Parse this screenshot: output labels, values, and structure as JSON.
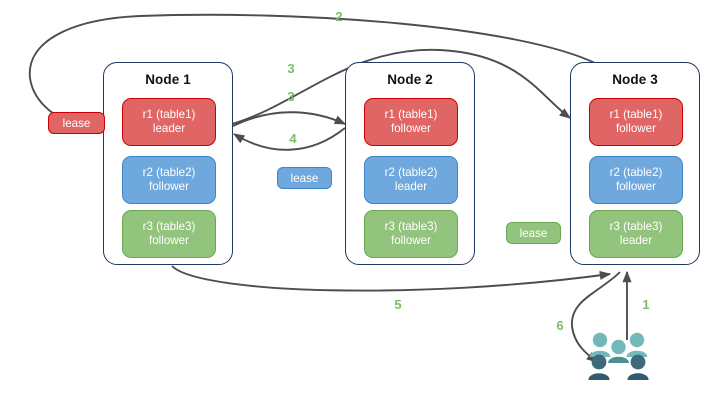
{
  "diagram": {
    "title": "Distributed lease and replica diagram",
    "colors": {
      "replica_red_fill": "#e06666",
      "replica_red_border": "#cc0000",
      "replica_blue_fill": "#6fa8dc",
      "replica_blue_border": "#3d85c6",
      "replica_green_fill": "#93c47d",
      "replica_green_border": "#6aa84f",
      "node_border": "#1f3864",
      "edge_stroke": "#4d4d4d",
      "label_green": "#7dbd64",
      "people_light": "#74b9ba",
      "people_dark": "#3d6a7a"
    }
  },
  "nodes": [
    {
      "title": "Node 1",
      "replicas": [
        {
          "line1": "r1 (table1)",
          "line2": "leader",
          "color": "red"
        },
        {
          "line1": "r2 (table2)",
          "line2": "follower",
          "color": "blue"
        },
        {
          "line1": "r3 (table3)",
          "line2": "follower",
          "color": "green"
        }
      ]
    },
    {
      "title": "Node 2",
      "replicas": [
        {
          "line1": "r1 (table1)",
          "line2": "follower",
          "color": "red"
        },
        {
          "line1": "r2 (table2)",
          "line2": "leader",
          "color": "blue"
        },
        {
          "line1": "r3 (table3)",
          "line2": "follower",
          "color": "green"
        }
      ]
    },
    {
      "title": "Node 3",
      "replicas": [
        {
          "line1": "r1 (table1)",
          "line2": "follower",
          "color": "red"
        },
        {
          "line1": "r2 (table2)",
          "line2": "follower",
          "color": "blue"
        },
        {
          "line1": "r3 (table3)",
          "line2": "leader",
          "color": "green"
        }
      ]
    }
  ],
  "leases": [
    {
      "label": "lease",
      "color": "red"
    },
    {
      "label": "lease",
      "color": "blue"
    },
    {
      "label": "lease",
      "color": "green"
    }
  ],
  "edge_labels": [
    {
      "text": "2"
    },
    {
      "text": "3"
    },
    {
      "text": "3"
    },
    {
      "text": "4"
    },
    {
      "text": "5"
    },
    {
      "text": "1"
    },
    {
      "text": "6"
    }
  ],
  "actor": {
    "icon": "people-icon",
    "figure_count": 5
  }
}
